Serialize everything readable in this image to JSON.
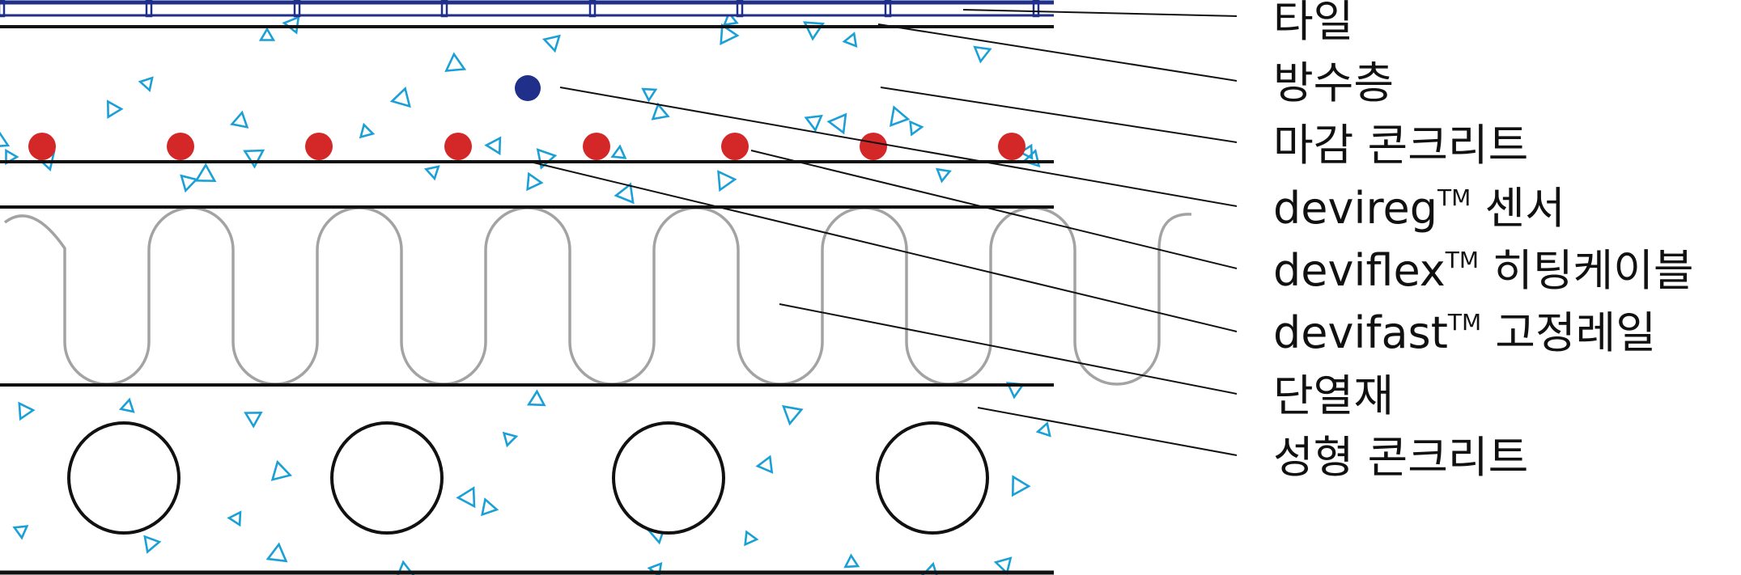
{
  "colors": {
    "line": "#111111",
    "tile": "#1f2f8a",
    "aggregate": "#1aa0d6",
    "sensor": "#1f2f8a",
    "cable": "#d42727",
    "insulation": "#a3a3a3"
  },
  "labels": [
    {
      "id": "tile",
      "parts": [
        {
          "text": "타일"
        }
      ]
    },
    {
      "id": "waterproof",
      "parts": [
        {
          "text": "방수층"
        }
      ]
    },
    {
      "id": "screed",
      "parts": [
        {
          "text": "마감 콘크리트"
        }
      ]
    },
    {
      "id": "sensor",
      "parts": [
        {
          "text": "devireg"
        },
        {
          "text": "TM",
          "sup": true
        },
        {
          "text": "  센서"
        }
      ]
    },
    {
      "id": "cable",
      "parts": [
        {
          "text": "deviflex"
        },
        {
          "text": "TM",
          "sup": true
        },
        {
          "text": "  히팅케이블"
        }
      ]
    },
    {
      "id": "rail",
      "parts": [
        {
          "text": "devifast"
        },
        {
          "text": "TM",
          "sup": true
        },
        {
          "text": "  고정레일"
        }
      ]
    },
    {
      "id": "insulation",
      "parts": [
        {
          "text": "단열재"
        }
      ]
    },
    {
      "id": "slab",
      "parts": [
        {
          "text": "성형 콘크리트"
        }
      ]
    }
  ]
}
